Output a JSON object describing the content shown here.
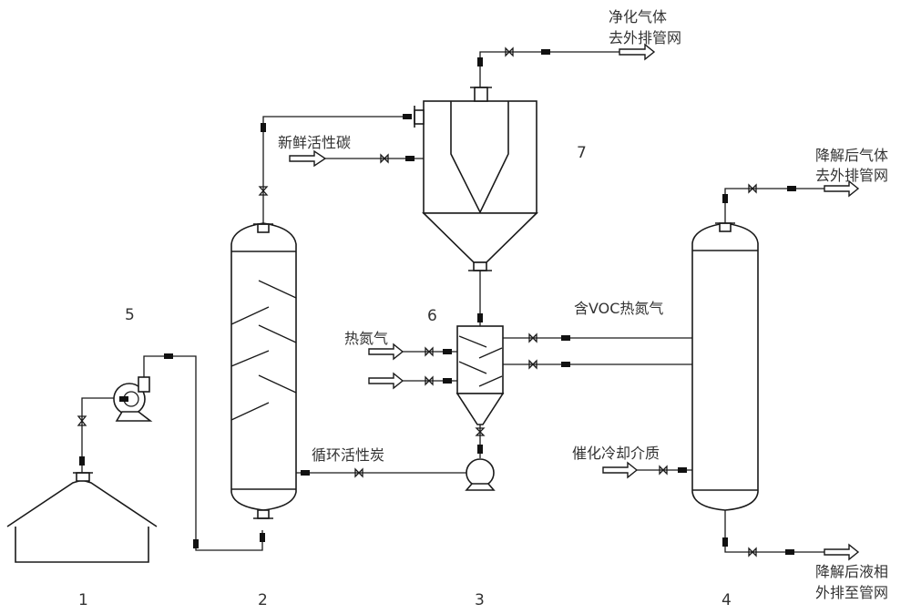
{
  "diagram": {
    "type": "process-flow",
    "equipment_numbers": {
      "n1": "1",
      "n2": "2",
      "n3": "3",
      "n4": "4",
      "n5": "5",
      "n6": "6",
      "n7": "7"
    },
    "labels": {
      "purified_gas_line1": "净化气体",
      "purified_gas_line2": "去外排管网",
      "fresh_carbon": "新鲜活性碳",
      "degraded_gas_line1": "降解后气体",
      "degraded_gas_line2": "去外排管网",
      "voc_hot_nitrogen": "含VOC热氮气",
      "hot_nitrogen": "热氮气",
      "recycled_carbon": "循环活性炭",
      "catalytic_cooling": "催化冷却介质",
      "degraded_liquid_line1": "降解后液相",
      "degraded_liquid_line2": "外排至管网"
    }
  }
}
